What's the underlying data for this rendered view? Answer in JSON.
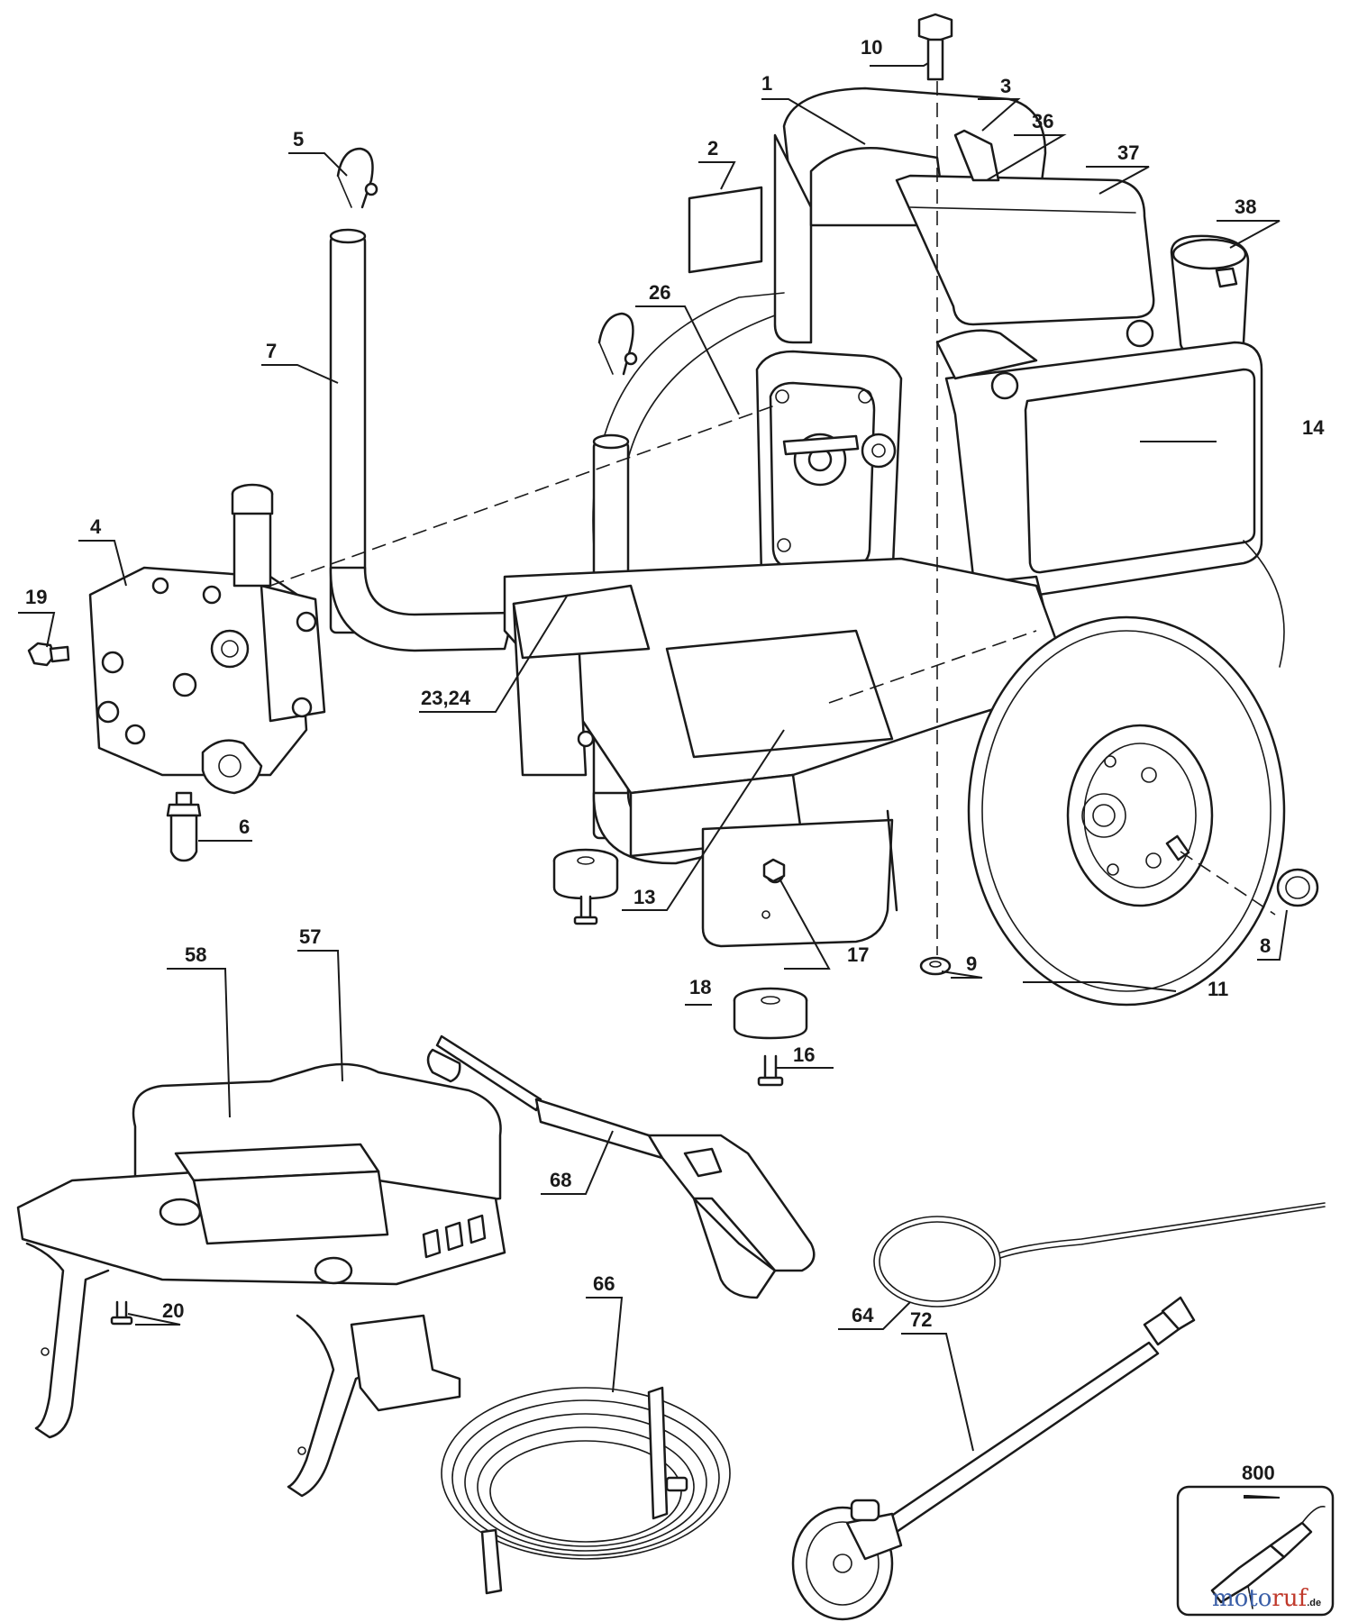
{
  "callouts": [
    {
      "id": "c1",
      "label": "1"
    },
    {
      "id": "c2",
      "label": "2"
    },
    {
      "id": "c3",
      "label": "3"
    },
    {
      "id": "c4",
      "label": "4"
    },
    {
      "id": "c5",
      "label": "5"
    },
    {
      "id": "c6",
      "label": "6"
    },
    {
      "id": "c7",
      "label": "7"
    },
    {
      "id": "c8",
      "label": "8"
    },
    {
      "id": "c9",
      "label": "9"
    },
    {
      "id": "c10",
      "label": "10"
    },
    {
      "id": "c11",
      "label": "11"
    },
    {
      "id": "c13",
      "label": "13"
    },
    {
      "id": "c14",
      "label": "14"
    },
    {
      "id": "c16",
      "label": "16"
    },
    {
      "id": "c17",
      "label": "17"
    },
    {
      "id": "c18",
      "label": "18"
    },
    {
      "id": "c19",
      "label": "19"
    },
    {
      "id": "c20",
      "label": "20"
    },
    {
      "id": "c2324",
      "label": "23,24"
    },
    {
      "id": "c26",
      "label": "26"
    },
    {
      "id": "c36",
      "label": "36"
    },
    {
      "id": "c37",
      "label": "37"
    },
    {
      "id": "c38",
      "label": "38"
    },
    {
      "id": "c57",
      "label": "57"
    },
    {
      "id": "c58",
      "label": "58"
    },
    {
      "id": "c64",
      "label": "64"
    },
    {
      "id": "c66",
      "label": "66"
    },
    {
      "id": "c68",
      "label": "68"
    },
    {
      "id": "c72",
      "label": "72"
    },
    {
      "id": "c800",
      "label": "800"
    }
  ],
  "watermark": {
    "brand_part1": "moto",
    "brand_part2": "ruf",
    "suffix": ".de"
  }
}
